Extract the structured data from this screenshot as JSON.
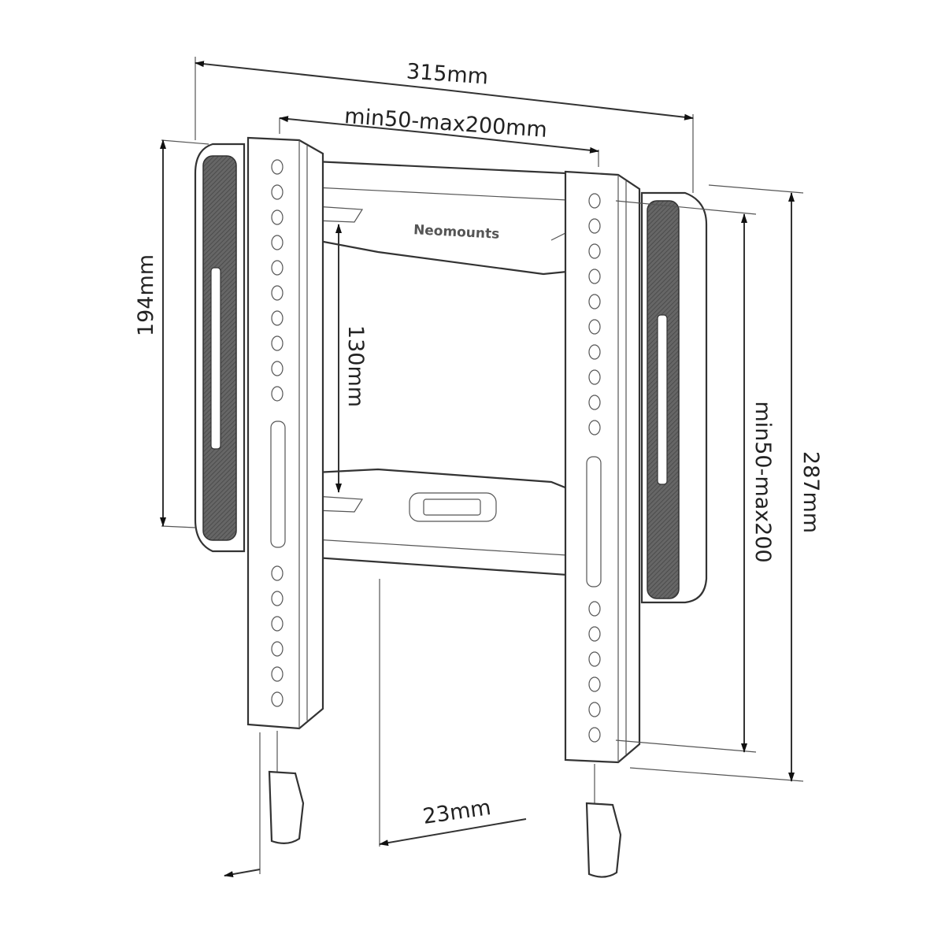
{
  "brand": "Neomounts",
  "dimensions": {
    "total_width": "315mm",
    "vesa_horizontal": "min50-max200mm",
    "pad_height": "194mm",
    "rail_spacing": "130mm",
    "vesa_vertical": "min50-max200",
    "total_height": "287mm",
    "depth": "23mm"
  },
  "colors": {
    "line": "#333333",
    "pad": "#555555",
    "background": "#ffffff"
  }
}
